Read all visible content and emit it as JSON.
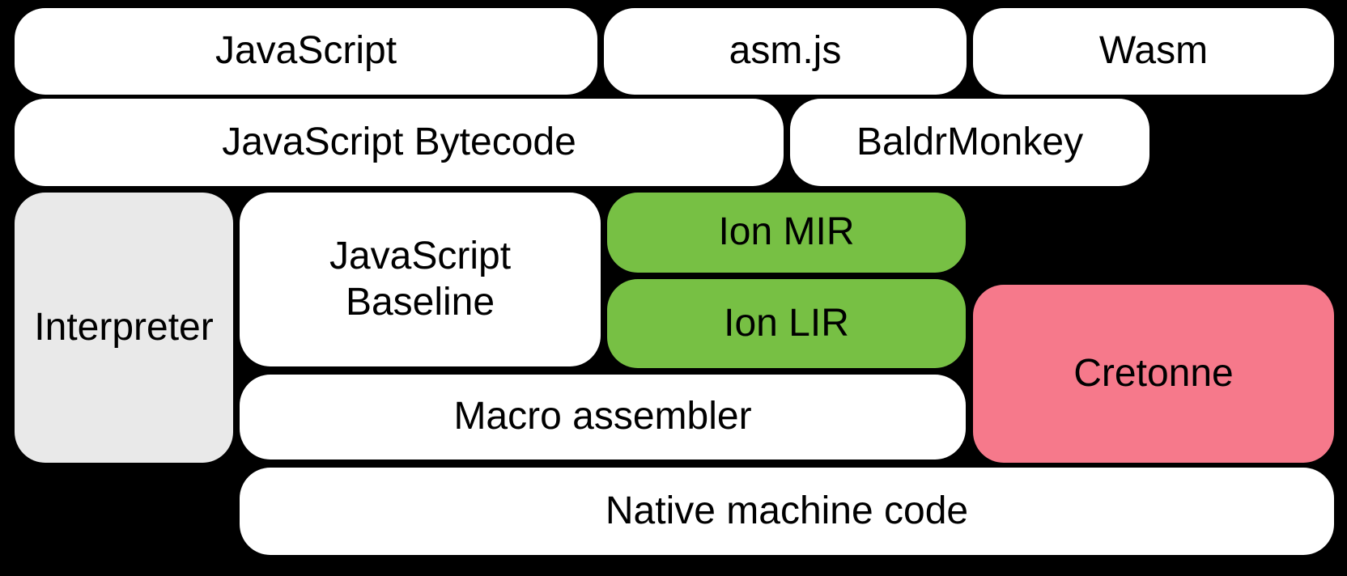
{
  "diagram": {
    "description": "SpiderMonkey compiler pipeline diagram",
    "colors": {
      "background": "#000000",
      "text": "#000000",
      "box_default": "#ffffff",
      "box_interpreter": "#e9e9e9",
      "box_ion": "#77c044",
      "box_cretonne": "#f6798b"
    },
    "nodes": {
      "javascript": {
        "label": "JavaScript"
      },
      "asmjs": {
        "label": "asm.js"
      },
      "wasm": {
        "label": "Wasm"
      },
      "bytecode": {
        "label": "JavaScript Bytecode"
      },
      "baldrmonkey": {
        "label": "BaldrMonkey"
      },
      "interpreter": {
        "label": "Interpreter"
      },
      "baseline": {
        "label": "JavaScript Baseline",
        "line1": "JavaScript",
        "line2": "Baseline"
      },
      "ion_mir": {
        "label": "Ion MIR"
      },
      "ion_lir": {
        "label": "Ion LIR"
      },
      "cretonne": {
        "label": "Cretonne"
      },
      "macro_assembler": {
        "label": "Macro assembler"
      },
      "native_machine_code": {
        "label": "Native machine code"
      }
    }
  }
}
